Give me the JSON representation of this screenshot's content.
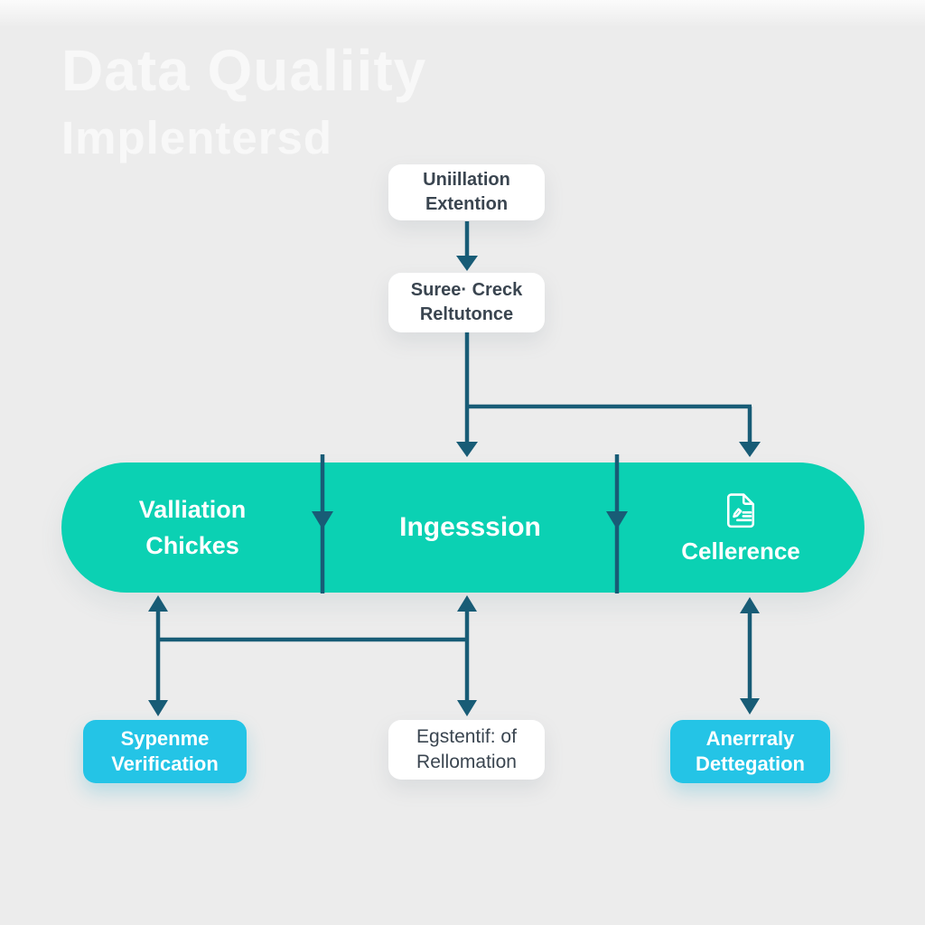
{
  "title": {
    "line1": "Data Qualiity",
    "line2": "Implentersd"
  },
  "colors": {
    "background": "#ececec",
    "teal": "#0bd1b3",
    "cyan": "#24c4e6",
    "navy": "#185c76",
    "box_text": "#3a4550",
    "title_text": "#f8f8f8",
    "white": "#ffffff"
  },
  "flow": {
    "top_box": {
      "line1": "Uniillation",
      "line2": "Extention"
    },
    "second_box": {
      "line1": "Suree· Creck",
      "line2": "Reltutonce"
    },
    "pipeline": {
      "left_section": {
        "line1": "Valliation",
        "line2": "Chickes"
      },
      "center_section": {
        "label": "Ingesssion"
      },
      "right_section": {
        "label": "Cellerence",
        "icon": "document-edit-icon"
      }
    },
    "bottom_left_box": {
      "line1": "Sypenme",
      "line2": "Verification"
    },
    "bottom_center_box": {
      "line1": "Egstentif: of",
      "line2": "Rellomation"
    },
    "bottom_right_box": {
      "line1": "Anerrraly",
      "line2": "Dettegation"
    }
  }
}
